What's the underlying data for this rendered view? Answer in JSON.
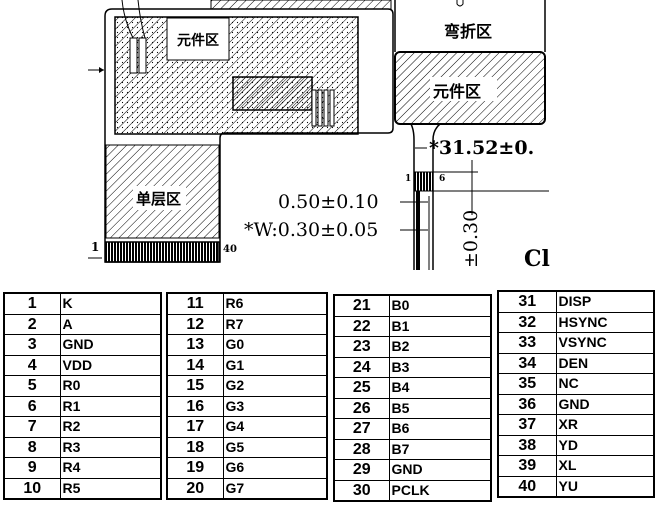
{
  "drawing": {
    "labels": {
      "component_area_left": "元件区",
      "component_area_right": "元件区",
      "bend_area": "弯折区",
      "single_layer_area": "单层区",
      "pin_start": "1",
      "pin_end": "40",
      "small_pin_start": "1",
      "small_pin_end": "6",
      "partial_label": "Cl"
    },
    "dimensions": {
      "pitch": "0.50±0.10",
      "width": "*W:0.30±0.05",
      "length": "*31.52±0.",
      "vertical": "±0.30"
    }
  },
  "pin_tables": [
    {
      "rows": [
        {
          "pin": "1",
          "signal": "K"
        },
        {
          "pin": "2",
          "signal": "A"
        },
        {
          "pin": "3",
          "signal": "GND"
        },
        {
          "pin": "4",
          "signal": "VDD"
        },
        {
          "pin": "5",
          "signal": "R0"
        },
        {
          "pin": "6",
          "signal": "R1"
        },
        {
          "pin": "7",
          "signal": "R2"
        },
        {
          "pin": "8",
          "signal": "R3"
        },
        {
          "pin": "9",
          "signal": "R4"
        },
        {
          "pin": "10",
          "signal": "R5"
        }
      ]
    },
    {
      "rows": [
        {
          "pin": "11",
          "signal": "R6"
        },
        {
          "pin": "12",
          "signal": "R7"
        },
        {
          "pin": "13",
          "signal": "G0"
        },
        {
          "pin": "14",
          "signal": "G1"
        },
        {
          "pin": "15",
          "signal": "G2"
        },
        {
          "pin": "16",
          "signal": "G3"
        },
        {
          "pin": "17",
          "signal": "G4"
        },
        {
          "pin": "18",
          "signal": "G5"
        },
        {
          "pin": "19",
          "signal": "G6"
        },
        {
          "pin": "20",
          "signal": "G7"
        }
      ]
    },
    {
      "rows": [
        {
          "pin": "21",
          "signal": "B0"
        },
        {
          "pin": "22",
          "signal": "B1"
        },
        {
          "pin": "23",
          "signal": "B2"
        },
        {
          "pin": "24",
          "signal": "B3"
        },
        {
          "pin": "25",
          "signal": "B4"
        },
        {
          "pin": "26",
          "signal": "B5"
        },
        {
          "pin": "27",
          "signal": "B6"
        },
        {
          "pin": "28",
          "signal": "B7"
        },
        {
          "pin": "29",
          "signal": "GND"
        },
        {
          "pin": "30",
          "signal": "PCLK"
        }
      ]
    },
    {
      "rows": [
        {
          "pin": "31",
          "signal": "DISP"
        },
        {
          "pin": "32",
          "signal": "HSYNC"
        },
        {
          "pin": "33",
          "signal": "VSYNC"
        },
        {
          "pin": "34",
          "signal": "DEN"
        },
        {
          "pin": "35",
          "signal": "NC"
        },
        {
          "pin": "36",
          "signal": "GND"
        },
        {
          "pin": "37",
          "signal": "XR"
        },
        {
          "pin": "38",
          "signal": "YD"
        },
        {
          "pin": "39",
          "signal": "XL"
        },
        {
          "pin": "40",
          "signal": "YU"
        }
      ]
    }
  ]
}
